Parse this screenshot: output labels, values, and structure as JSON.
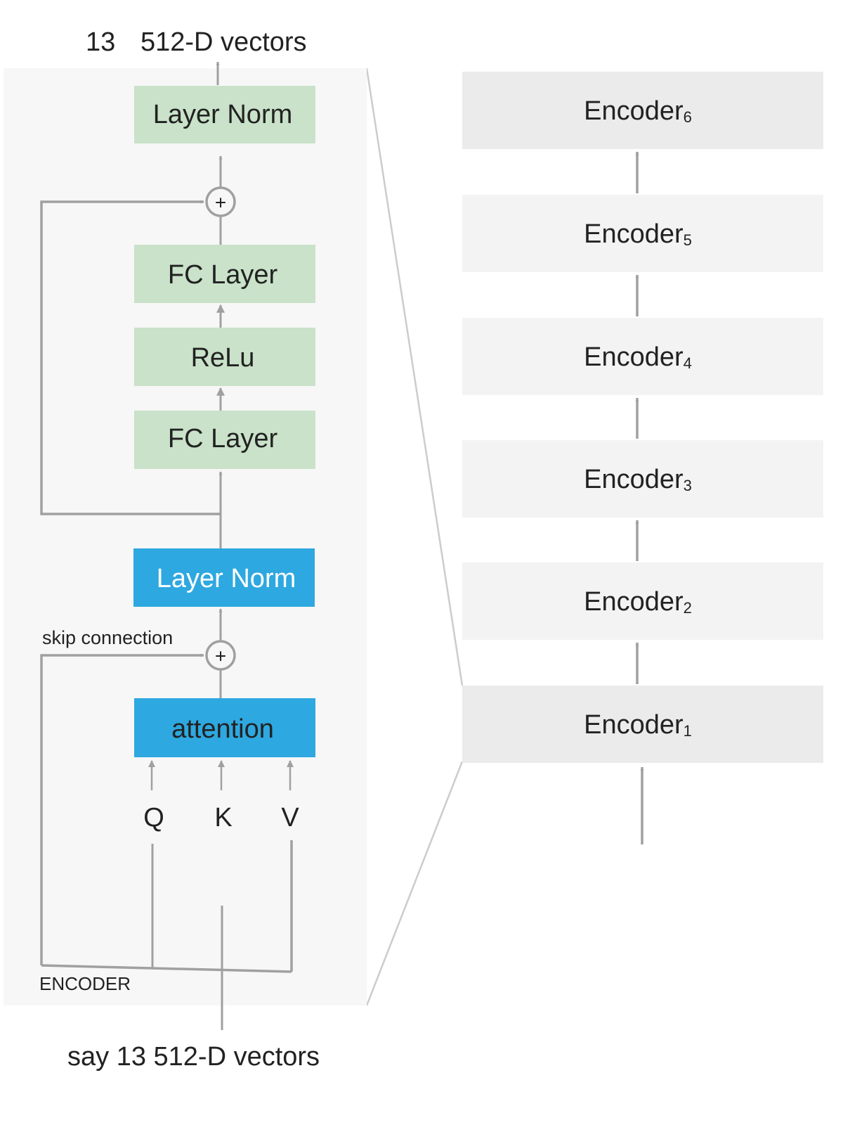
{
  "colors": {
    "green_block": "#c9e2c9",
    "blue_block": "#2ea8e0",
    "encoder_panel": "#f7f7f7",
    "encoder_stack_dark": "#ebebeb",
    "encoder_stack_light": "#f3f3f3",
    "arrow": "#a0a0a0",
    "zoom_line": "#cccccc"
  },
  "top_label": {
    "count": "13",
    "text": "512-D vectors"
  },
  "bottom_label": "say 13 512-D vectors",
  "encoder_detail": {
    "panel_label": "ENCODER",
    "skip_label": "skip connection",
    "blocks": {
      "layer_norm_top": "Layer Norm",
      "fc_layer_top": "FC Layer",
      "relu": "ReLu",
      "fc_layer_bottom": "FC Layer",
      "layer_norm_bottom": "Layer Norm",
      "attention": "attention"
    },
    "add_symbol": "+",
    "inputs": [
      "Q",
      "K",
      "V"
    ]
  },
  "encoder_stack": [
    {
      "name": "Encoder",
      "index": "6"
    },
    {
      "name": "Encoder",
      "index": "5"
    },
    {
      "name": "Encoder",
      "index": "4"
    },
    {
      "name": "Encoder",
      "index": "3"
    },
    {
      "name": "Encoder",
      "index": "2"
    },
    {
      "name": "Encoder",
      "index": "1"
    }
  ]
}
